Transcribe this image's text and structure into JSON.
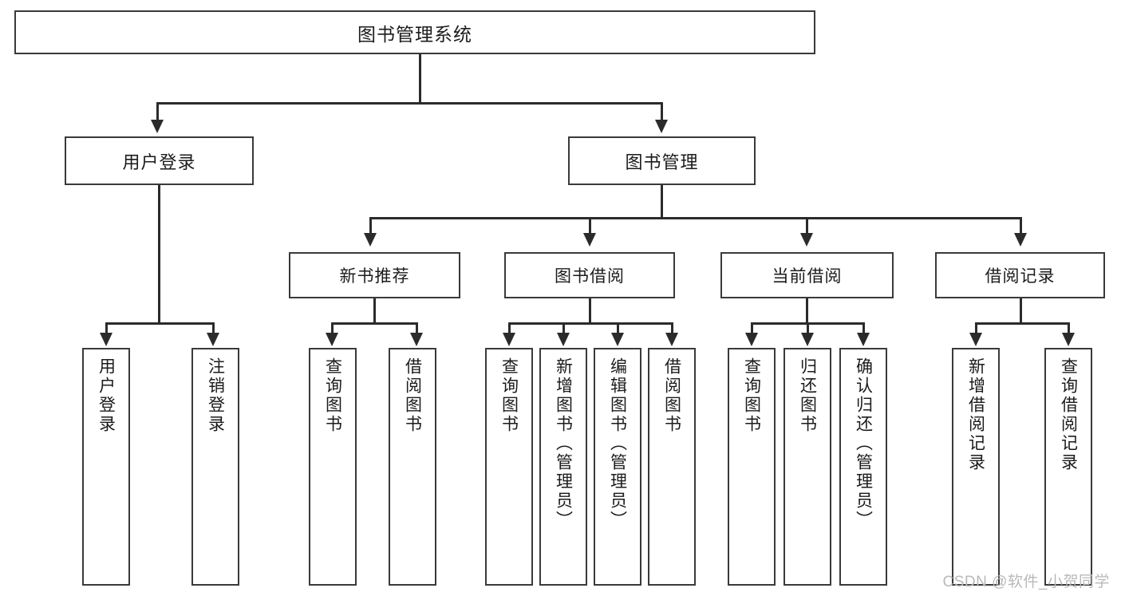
{
  "diagram": {
    "title": "图书管理系统",
    "type": "tree-hierarchy-chart",
    "root": {
      "label": "图书管理系统"
    },
    "level2": [
      {
        "label": "用户登录"
      },
      {
        "label": "图书管理"
      }
    ],
    "level3": [
      {
        "label": "新书推荐"
      },
      {
        "label": "图书借阅"
      },
      {
        "label": "当前借阅"
      },
      {
        "label": "借阅记录"
      }
    ],
    "leaves": {
      "user_login": [
        {
          "label": "用户登录"
        },
        {
          "label": "注销登录"
        }
      ],
      "new_book_recommend": [
        {
          "label": "查询图书"
        },
        {
          "label": "借阅图书"
        }
      ],
      "book_borrow": [
        {
          "label": "查询图书"
        },
        {
          "label": "新增图书（管理员）"
        },
        {
          "label": "编辑图书（管理员）"
        },
        {
          "label": "借阅图书"
        }
      ],
      "current_borrow": [
        {
          "label": "查询图书"
        },
        {
          "label": "归还图书"
        },
        {
          "label": "确认归还（管理员）"
        }
      ],
      "borrow_record": [
        {
          "label": "新增借阅记录"
        },
        {
          "label": "查询借阅记录"
        }
      ]
    }
  },
  "watermark": {
    "text": "CSDN @软件_小贺同学"
  },
  "colors": {
    "border": "#3a3a3a",
    "connector": "#2b2b2b",
    "background": "#ffffff",
    "text": "#1b1b1b",
    "watermark": "#b9b9b9"
  }
}
